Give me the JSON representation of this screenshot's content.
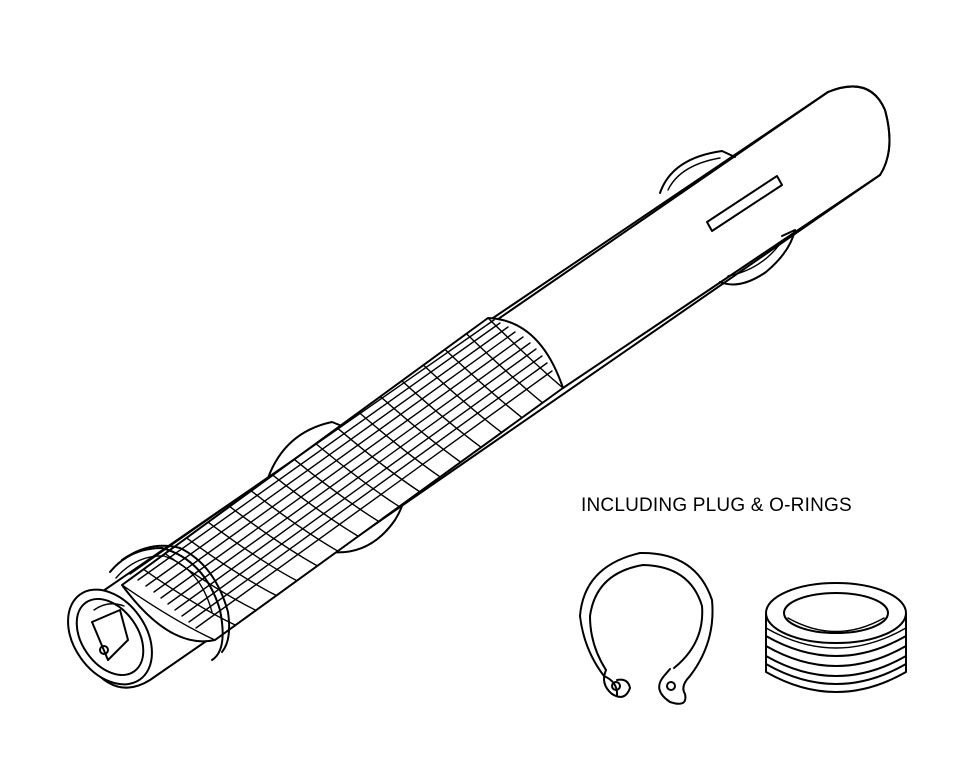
{
  "caption": "INCLUDING PLUG & O-RINGS",
  "colors": {
    "background": "#ffffff",
    "line": "#000000"
  },
  "components": {
    "dryer_cartridge": "dryer-cartridge-with-filter-cage",
    "circlip": "retaining-circlip",
    "plug": "plug-with-o-rings"
  }
}
